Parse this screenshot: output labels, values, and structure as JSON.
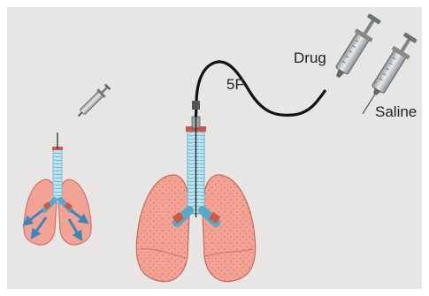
{
  "labels": {
    "catheter": "5F",
    "drug": "Drug",
    "saline": "Saline"
  },
  "colors": {
    "background": "#e7e6e4",
    "lung": "#f2a396",
    "lung_outline": "#c7685c",
    "airway": "#bfe6f2",
    "airway_outline": "#5aa8c8",
    "arrow": "#3f86b8",
    "tube": "#111111"
  },
  "icons": [
    "syringe-icon",
    "lungs-icon",
    "catheter-icon",
    "arrow-icon"
  ]
}
